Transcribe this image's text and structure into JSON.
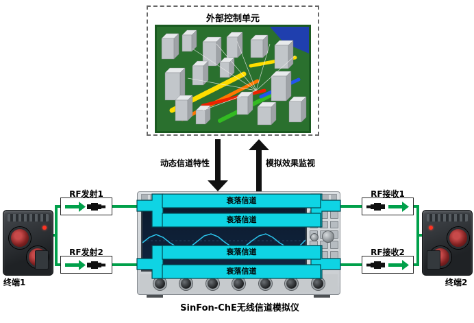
{
  "control_unit": {
    "title": "外部控制单元"
  },
  "flows": {
    "down_label": "动态信道特性",
    "up_label": "模拟效果监视"
  },
  "instrument": {
    "name": "SinFon-ChE无线信道模拟仪",
    "channels": [
      {
        "label": "衰落信道"
      },
      {
        "label": "衰落信道"
      },
      {
        "label": "衰落信道"
      },
      {
        "label": "衰落信道"
      }
    ]
  },
  "ports": {
    "tx": [
      {
        "label": "RF发射1"
      },
      {
        "label": "RF发射2"
      }
    ],
    "rx": [
      {
        "label": "RF接收1"
      },
      {
        "label": "RF接收2"
      }
    ]
  },
  "terminals": {
    "left": {
      "label": "终端1"
    },
    "right": {
      "label": "终端2"
    }
  },
  "colors": {
    "channel_cyan": "#0fd4e4",
    "wire_green": "#00a04a",
    "arrow_black": "#111111"
  }
}
